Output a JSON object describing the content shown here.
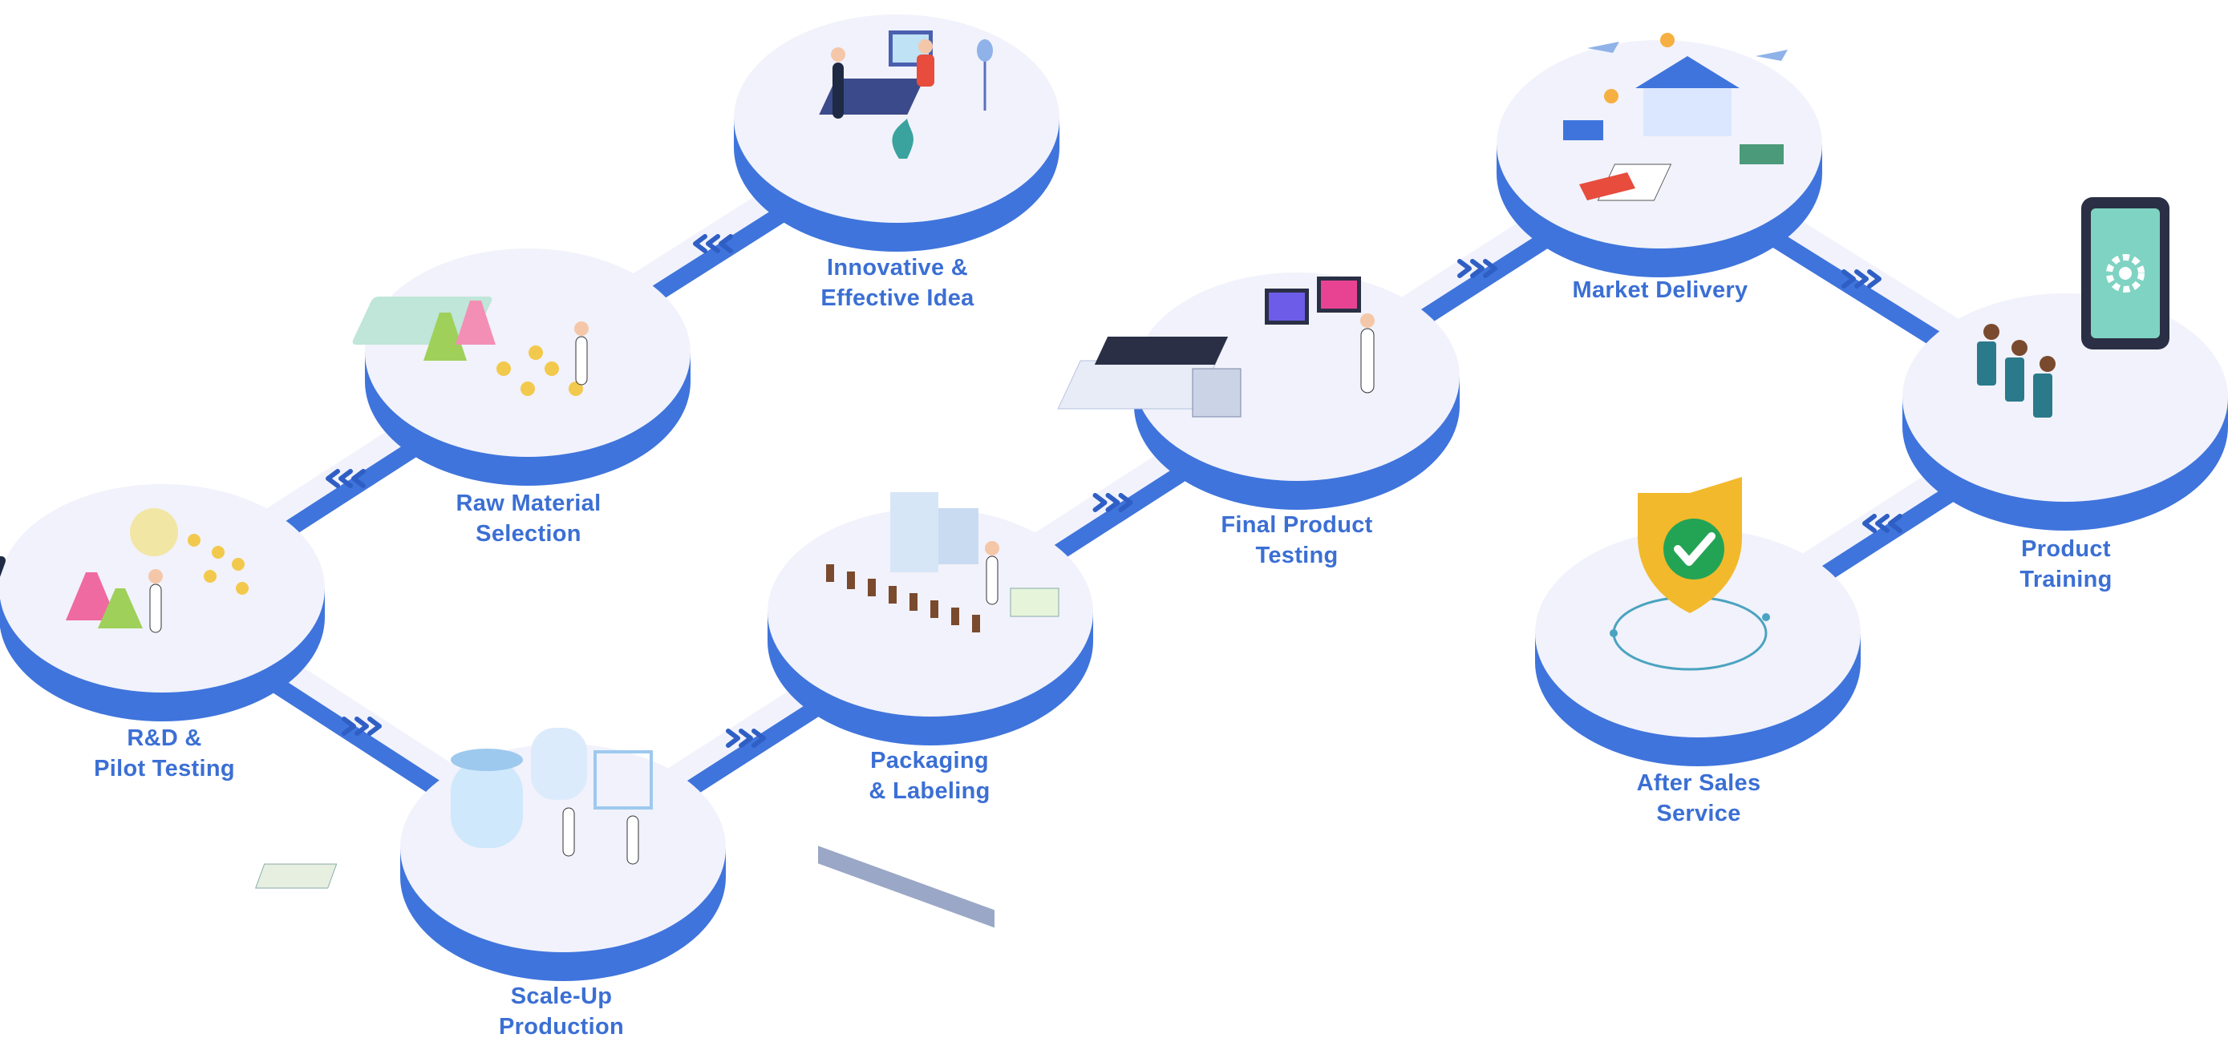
{
  "colors": {
    "accent": "#3f74dc",
    "accent_dark": "#2f5fc4",
    "disc_top": "#f1f2fb",
    "label": "#3b6fd4"
  },
  "stages": [
    {
      "id": "rnd",
      "label": "R&D &\nPilot Testing",
      "icon": "lab-flasks-icon"
    },
    {
      "id": "raw",
      "label": "Raw Material\nSelection",
      "icon": "molecule-lab-icon"
    },
    {
      "id": "idea",
      "label": "Innovative &\nEffective Idea",
      "icon": "office-desk-icon"
    },
    {
      "id": "scale",
      "label": "Scale-Up\nProduction",
      "icon": "production-tanks-icon"
    },
    {
      "id": "pack",
      "label": "Packaging\n& Labeling",
      "icon": "conveyor-line-icon"
    },
    {
      "id": "final",
      "label": "Final Product\nTesting",
      "icon": "control-room-icon"
    },
    {
      "id": "market",
      "label": "Market Delivery",
      "icon": "warehouse-logistics-icon"
    },
    {
      "id": "training",
      "label": "Product Training",
      "icon": "training-screen-icon"
    },
    {
      "id": "aftersales",
      "label": "After Sales\nService",
      "icon": "shield-check-icon"
    }
  ],
  "connections": [
    {
      "from": "rnd",
      "to": "raw",
      "arrow": "chevrons-left-icon"
    },
    {
      "from": "raw",
      "to": "idea",
      "arrow": "chevrons-left-icon"
    },
    {
      "from": "rnd",
      "to": "scale",
      "arrow": "chevrons-right-icon"
    },
    {
      "from": "scale",
      "to": "pack",
      "arrow": "chevrons-right-icon"
    },
    {
      "from": "pack",
      "to": "final",
      "arrow": "chevrons-right-icon"
    },
    {
      "from": "final",
      "to": "market",
      "arrow": "chevrons-right-icon"
    },
    {
      "from": "market",
      "to": "training",
      "arrow": "chevrons-right-icon"
    },
    {
      "from": "training",
      "to": "aftersales",
      "arrow": "chevrons-left-icon"
    }
  ]
}
